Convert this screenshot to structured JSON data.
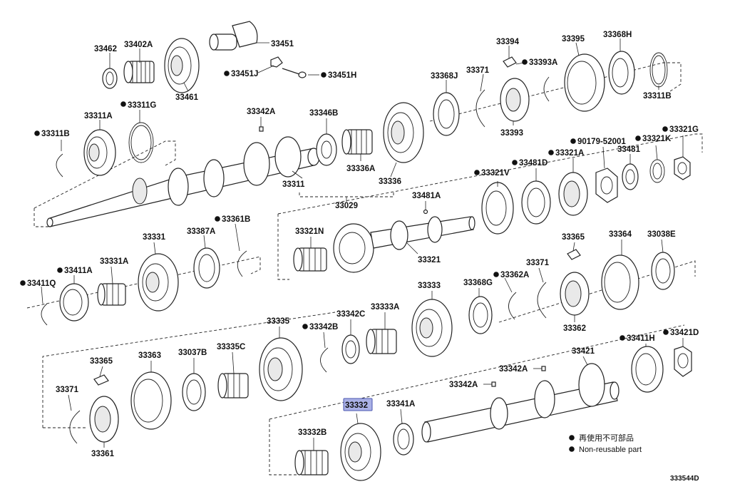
{
  "labels": {
    "p33462": "33462",
    "p33402A": "33402A",
    "p33461": "33461",
    "p33451": "33451",
    "p33451J": "33451J",
    "p33451H": "33451H",
    "p33394": "33394",
    "p33393A": "33393A",
    "p33395": "33395",
    "p33368H": "33368H",
    "p33311B_top": "33311B",
    "p33368J": "33368J",
    "p33371_top": "33371",
    "p33393": "33393",
    "p33311A": "33311A",
    "p33311G": "33311G",
    "p33311B_left": "33311B",
    "p33342A_top": "33342A",
    "p33346B": "33346B",
    "p33336A": "33336A",
    "p33336": "33336",
    "p33311": "33311",
    "p33029": "33029",
    "p90179": "90179-52001",
    "p33321K": "33321K",
    "p33321G": "33321G",
    "p33481": "33481",
    "p33321A": "33321A",
    "p33481D": "33481D",
    "p33321V": "33321V",
    "p33481A": "33481A",
    "p33321N": "33321N",
    "p33321": "33321",
    "p33331": "33331",
    "p33387A": "33387A",
    "p33361B": "33361B",
    "p33411A": "33411A",
    "p33331A": "33331A",
    "p33411Q": "33411Q",
    "p33365_right": "33365",
    "p33364": "33364",
    "p33038E": "33038E",
    "p33371_mid": "33371",
    "p33362A": "33362A",
    "p33368G": "33368G",
    "p33333": "33333",
    "p33362": "33362",
    "p33335": "33335",
    "p33342B": "33342B",
    "p33342C": "33342C",
    "p33333A": "33333A",
    "p33411H": "33411H",
    "p33421D": "33421D",
    "p33421": "33421",
    "p33342A_r": "33342A",
    "p33342A_l": "33342A",
    "p33365_left": "33365",
    "p33363": "33363",
    "p33037B": "33037B",
    "p33335C": "33335C",
    "p33371_left": "33371",
    "p33361": "33361",
    "p33332": "33332",
    "p33341A": "33341A",
    "p33332B": "33332B",
    "legend_jp": "再使用不可部品",
    "legend_en": "Non-reusable part",
    "diagram_code": "333544D"
  },
  "highlight_color": "#aab1e6"
}
